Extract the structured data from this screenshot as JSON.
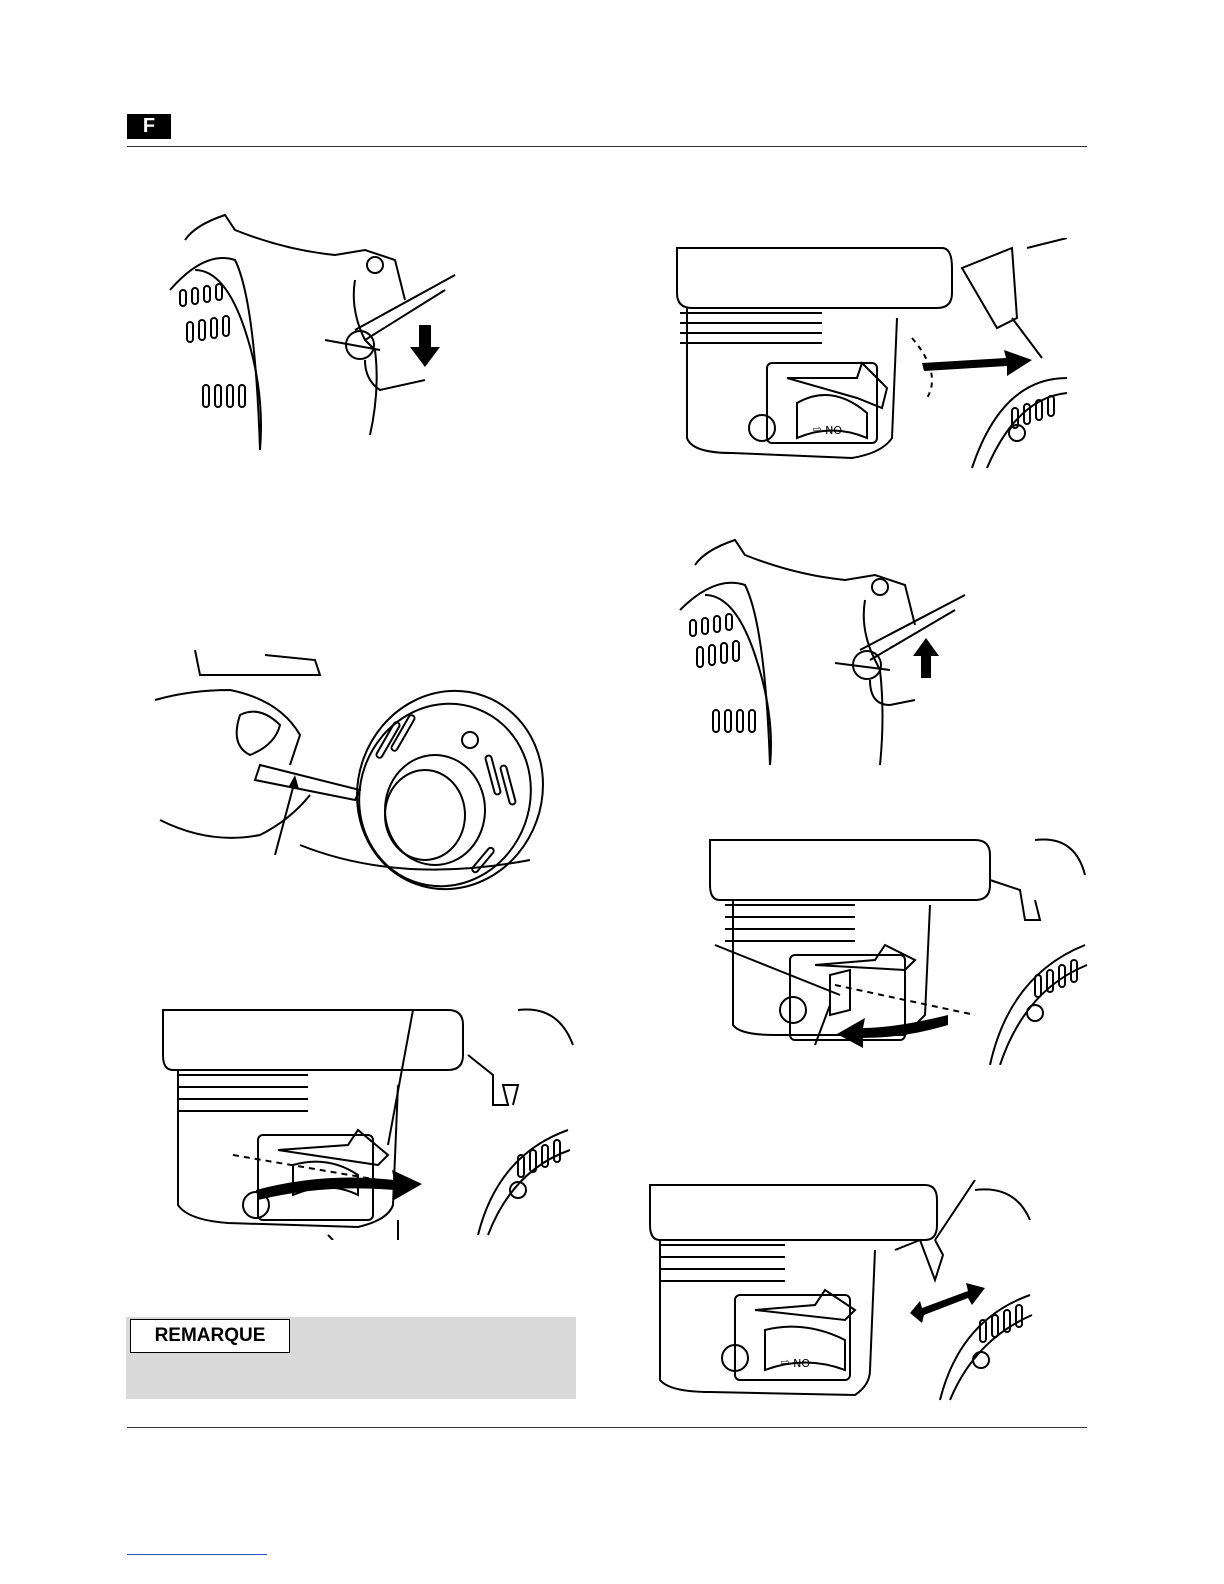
{
  "header": {
    "language_badge": "F"
  },
  "note": {
    "label": "REMARQUE"
  },
  "figures": [
    {
      "id": "fuel-valve-off",
      "icon": "arrow-down-icon"
    },
    {
      "id": "choke-lever-close",
      "icon": "arrow-right-icon"
    },
    {
      "id": "recoil-starter-pull",
      "icon": "pointer-arrow-icon"
    },
    {
      "id": "fuel-valve-on",
      "icon": "arrow-up-icon"
    },
    {
      "id": "engine-switch-on",
      "icon": "arrow-curved-right-icon"
    },
    {
      "id": "engine-switch-off",
      "icon": "arrow-curved-left-icon"
    },
    {
      "id": "choke-lever-open",
      "icon": "arrow-double-icon"
    }
  ]
}
